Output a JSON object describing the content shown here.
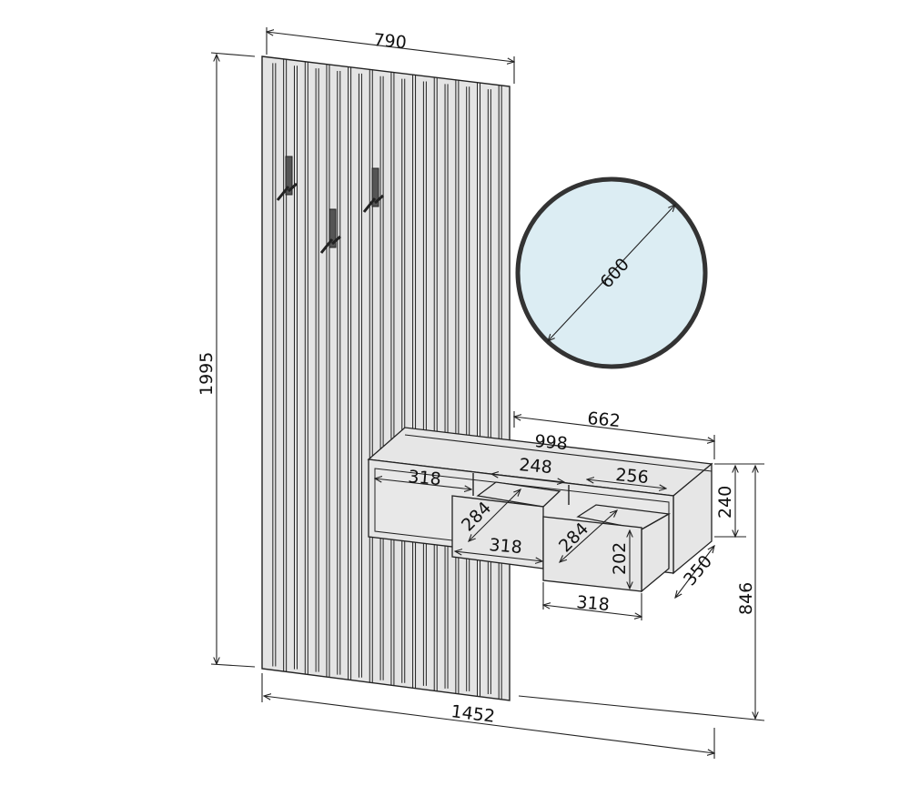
{
  "drawing": {
    "colors": {
      "panel": "#e4e4e4",
      "mirror_glass": "#dcedf3",
      "frame": "#333333",
      "line": "#222222"
    },
    "dimensions": {
      "panel_width": "790",
      "panel_height": "1995",
      "mirror_diameter": "600",
      "console_offset": "662",
      "console_width": "998",
      "open_compartment_width": "318",
      "drawer1_inner_width": "248",
      "drawer2_inner_width": "256",
      "console_height": "240",
      "drawer1_depth": "284",
      "drawer2_depth": "284",
      "drawer1_front_width": "318",
      "drawer_front_height": "202",
      "console_depth": "350",
      "drawer2_front_width": "318",
      "console_mount_height": "846",
      "total_width": "1452"
    }
  }
}
